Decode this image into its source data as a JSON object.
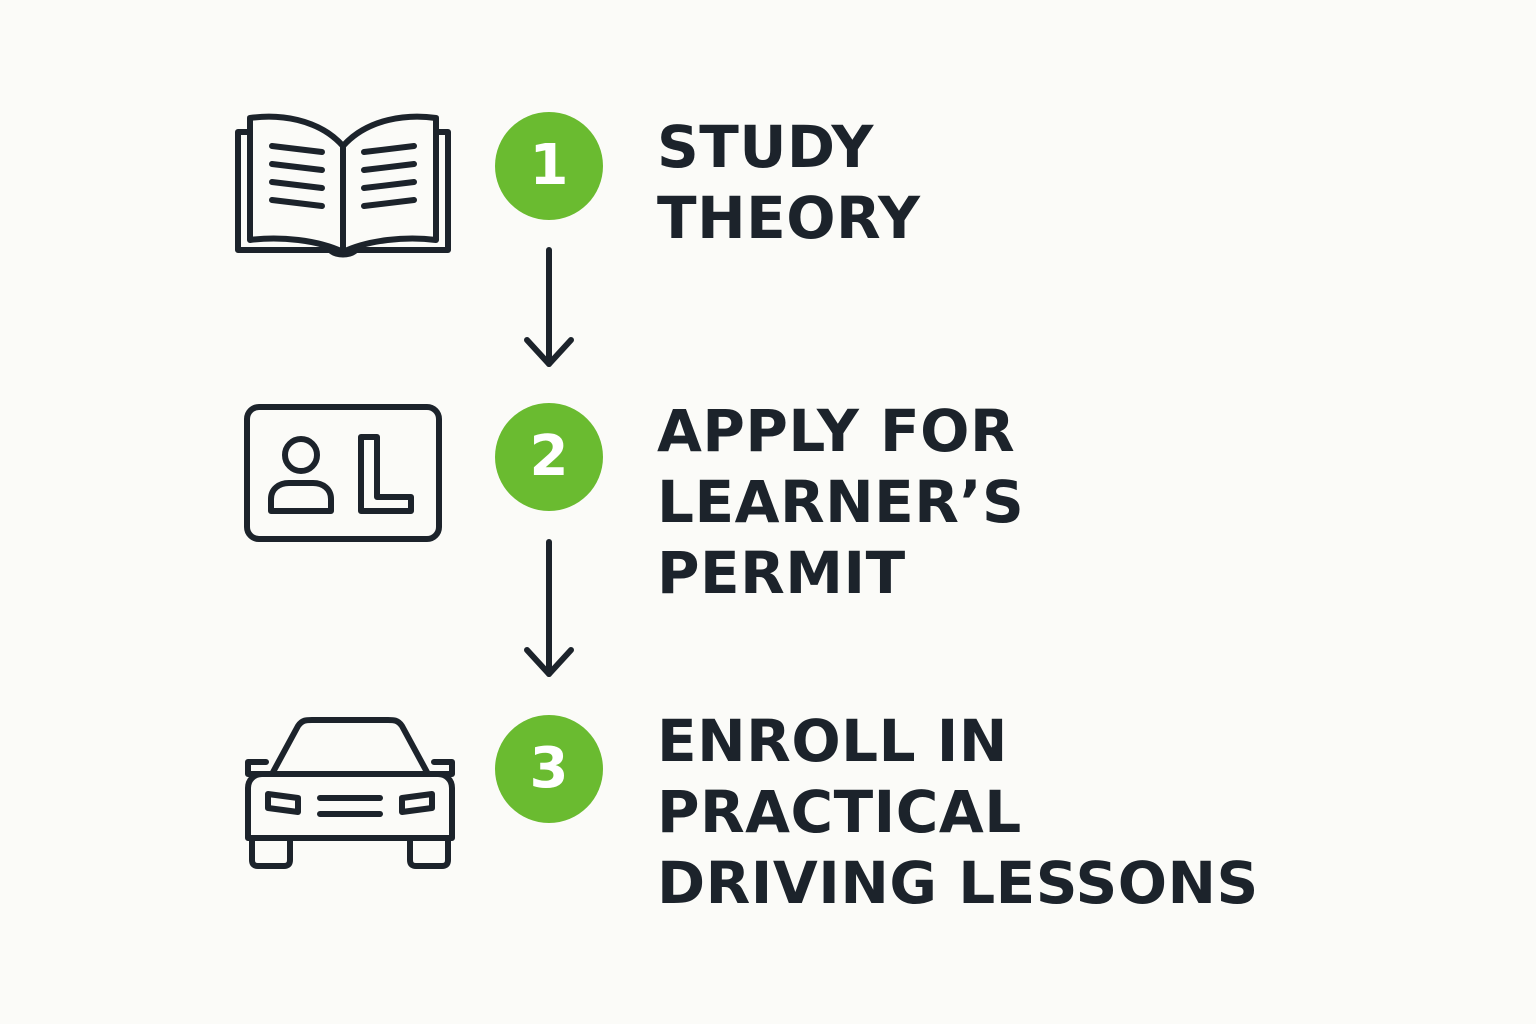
{
  "colors": {
    "background": "#fbfbf8",
    "badge": "#6abb30",
    "ink": "#1c232b"
  },
  "steps": [
    {
      "number": "1",
      "icon": "open-book-icon",
      "lines": [
        "STUDY",
        "THEORY"
      ]
    },
    {
      "number": "2",
      "icon": "learner-permit-card-icon",
      "lines": [
        "APPLY FOR",
        "LEARNER’S",
        "PERMIT"
      ]
    },
    {
      "number": "3",
      "icon": "car-icon",
      "lines": [
        "ENROLL IN",
        "PRACTICAL",
        "DRIVING LESSONS"
      ]
    }
  ]
}
